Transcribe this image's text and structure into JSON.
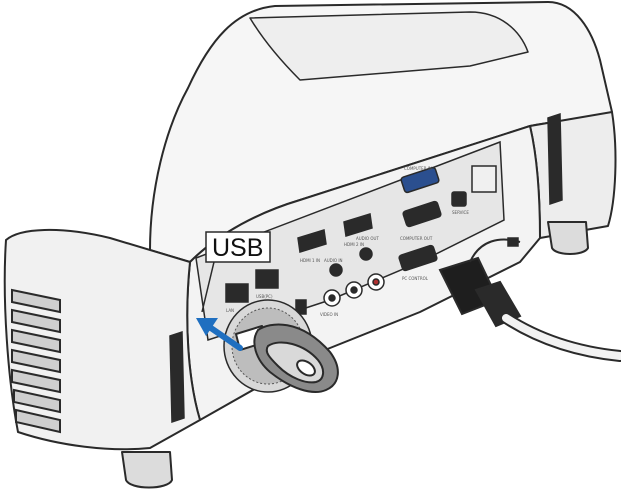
{
  "illustration": {
    "callout_label": "USB",
    "port_labels": {
      "computer_in": "COMPUTER IN",
      "computer_out": "COMPUTER OUT",
      "service": "SERVICE",
      "pc_control": "PC CONTROL",
      "hdmi1": "HDMI 1 IN",
      "hdmi2": "HDMI 2 IN",
      "lan": "LAN",
      "usb_port": "USB(PC)",
      "video_in": "VIDEO IN",
      "audio_out": "AUDIO OUT",
      "audio_in": "AUDIO IN"
    },
    "colors": {
      "arrow": "#1f6fc0",
      "outline": "#2a2a2a",
      "body": "#f2f2f2",
      "panel": "#e4e4e4",
      "dark": "#1e1e1e"
    },
    "icons": [
      "projector-body",
      "usb-flash-drive",
      "power-cable",
      "insert-arrow"
    ]
  }
}
